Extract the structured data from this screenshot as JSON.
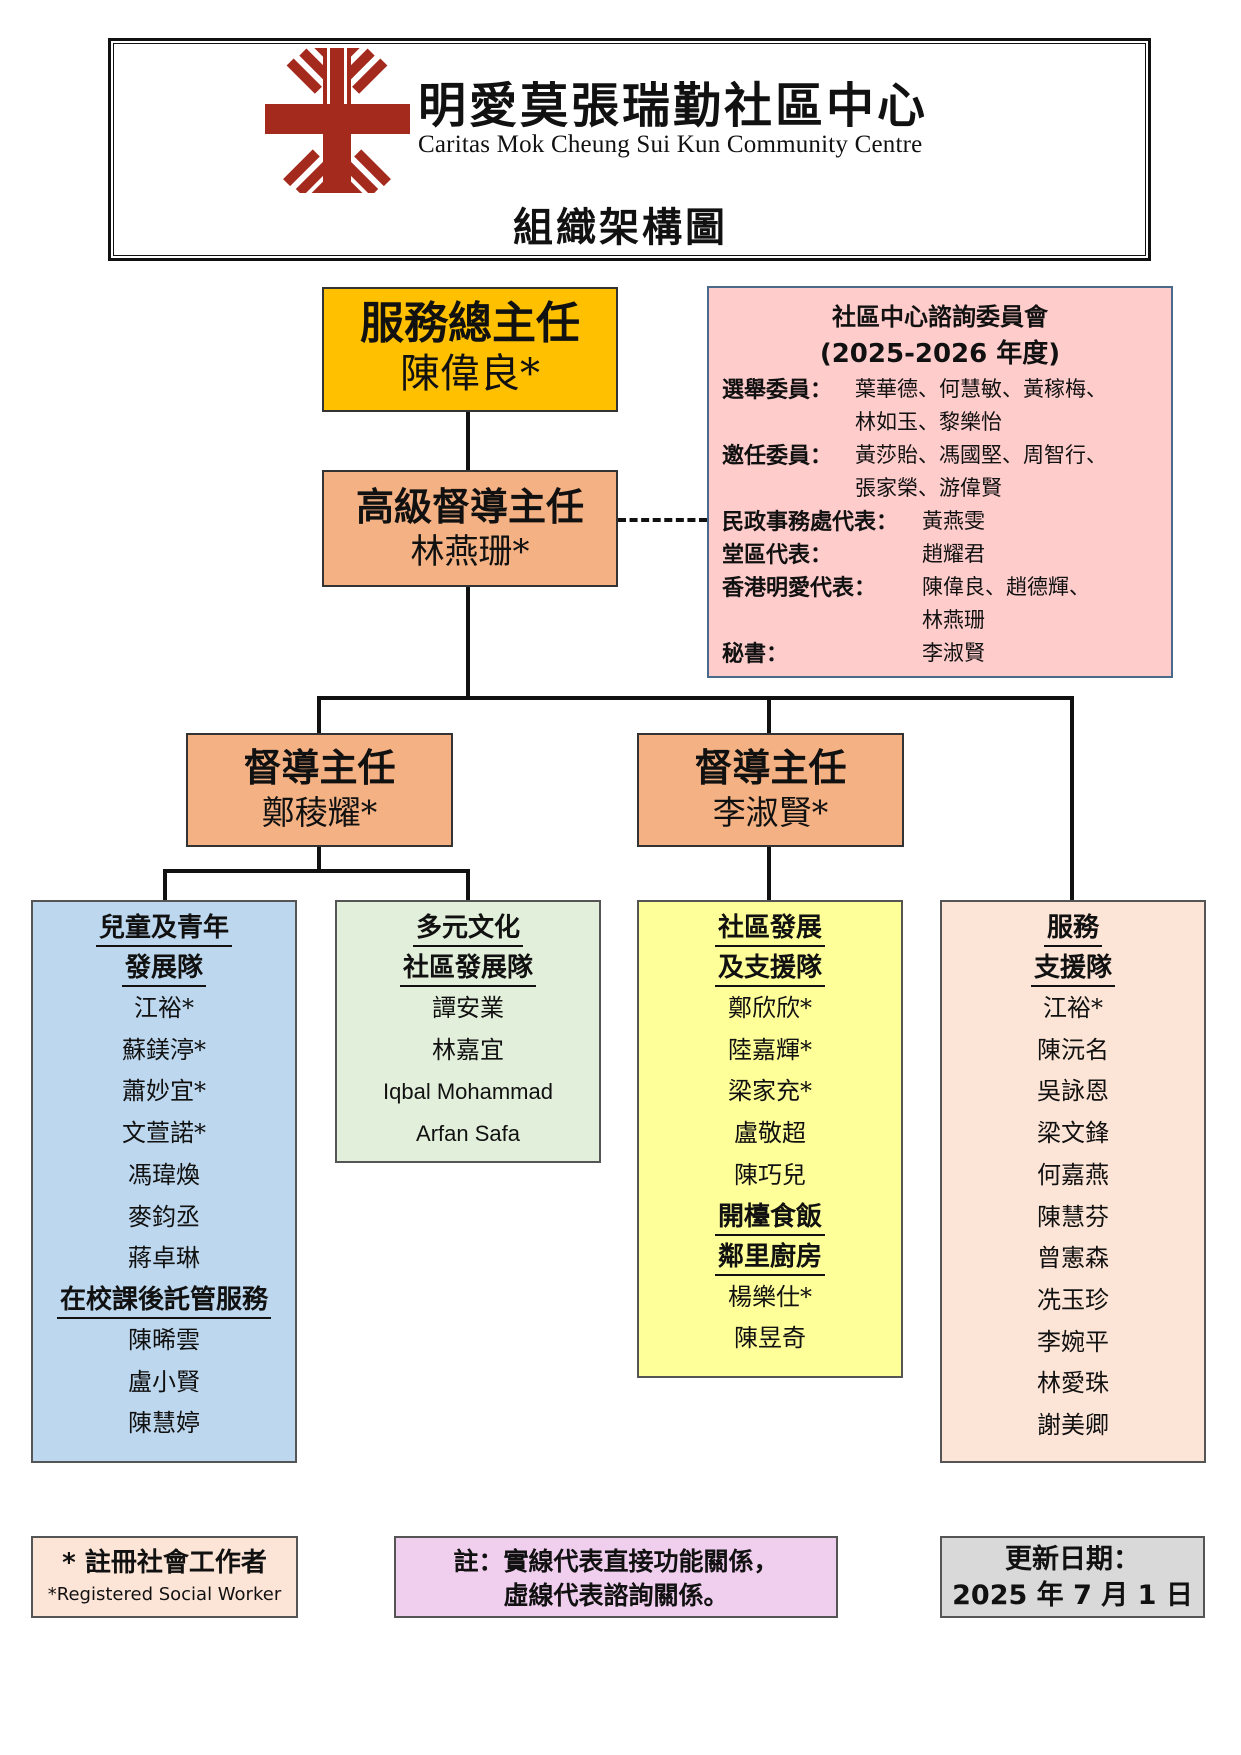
{
  "header": {
    "org_name_zh": "明愛莫張瑞勤社區中心",
    "org_name_en": "Caritas Mok Cheung Sui Kun Community Centre",
    "chart_title": "組織架構圖",
    "logo_icon": "caritas-cross-logo",
    "logo_color": "#A52A1E"
  },
  "director": {
    "title": "服務總主任",
    "name": "陳偉良*"
  },
  "senior_supervisor": {
    "title": "高級督導主任",
    "name": "林燕珊*"
  },
  "supervisors": [
    {
      "title": "督導主任",
      "name": "鄭稜耀*"
    },
    {
      "title": "督導主任",
      "name": "李淑賢*"
    }
  ],
  "committee": {
    "title": "社區中心諮詢委員會",
    "year": "(2025-2026 年度)",
    "rows": [
      {
        "label": "選舉委員：",
        "lines": [
          "葉華德、何慧敏、黃稼梅、",
          "林如玉、黎樂怡"
        ]
      },
      {
        "label": "邀任委員：",
        "lines": [
          "黃莎貽、馮國堅、周智行、",
          "張家榮、游偉賢"
        ]
      },
      {
        "label": "民政事務處代表：",
        "lines": [
          "黃燕雯"
        ]
      },
      {
        "label": "堂區代表：",
        "lines": [
          "趙耀君"
        ]
      },
      {
        "label": "香港明愛代表：",
        "lines": [
          "陳偉良、趙德輝、",
          "林燕珊"
        ]
      },
      {
        "label": "秘書：",
        "lines": [
          "李淑賢"
        ]
      }
    ]
  },
  "teams": {
    "youth": {
      "heading": [
        "兒童及青年",
        "發展隊"
      ],
      "members": [
        "江裕*",
        "蘇鎂渟*",
        "蕭妙宜*",
        "文萱諾*",
        "馮瑋煥",
        "麥鈞丞",
        "蔣卓琳"
      ],
      "sub_heading": "在校課後託管服務",
      "sub_members": [
        "陳晞雲",
        "盧小賢",
        "陳慧婷"
      ]
    },
    "multicultural": {
      "heading": [
        "多元文化",
        "社區發展隊"
      ],
      "members": [
        "譚安業",
        "林嘉宜",
        "Iqbal Mohammad",
        "Arfan Safa"
      ]
    },
    "community": {
      "heading": [
        "社區發展",
        "及支援隊"
      ],
      "members": [
        "鄭欣欣*",
        "陸嘉輝*",
        "梁家充*",
        "盧敬超",
        "陳巧兒"
      ],
      "sub_heading": [
        "開檯食飯",
        "鄰里廚房"
      ],
      "sub_members": [
        "楊樂仕*",
        "陳昱奇"
      ]
    },
    "service": {
      "heading": [
        "服務",
        "支援隊"
      ],
      "members": [
        "江裕*",
        "陳沅名",
        "吳詠恩",
        "梁文鋒",
        "何嘉燕",
        "陳慧芬",
        "曾憲森",
        "冼玉珍",
        "李婉平",
        "林愛珠",
        "謝美卿"
      ]
    }
  },
  "footer": {
    "rsw_zh": "* 註冊社會工作者",
    "rsw_en": "*Registered Social Worker",
    "note_line1": "註：實線代表直接功能關係，",
    "note_line2": "虛線代表諮詢關係。",
    "date_label": "更新日期：",
    "date_value": "2025 年 7 月 1 日"
  }
}
